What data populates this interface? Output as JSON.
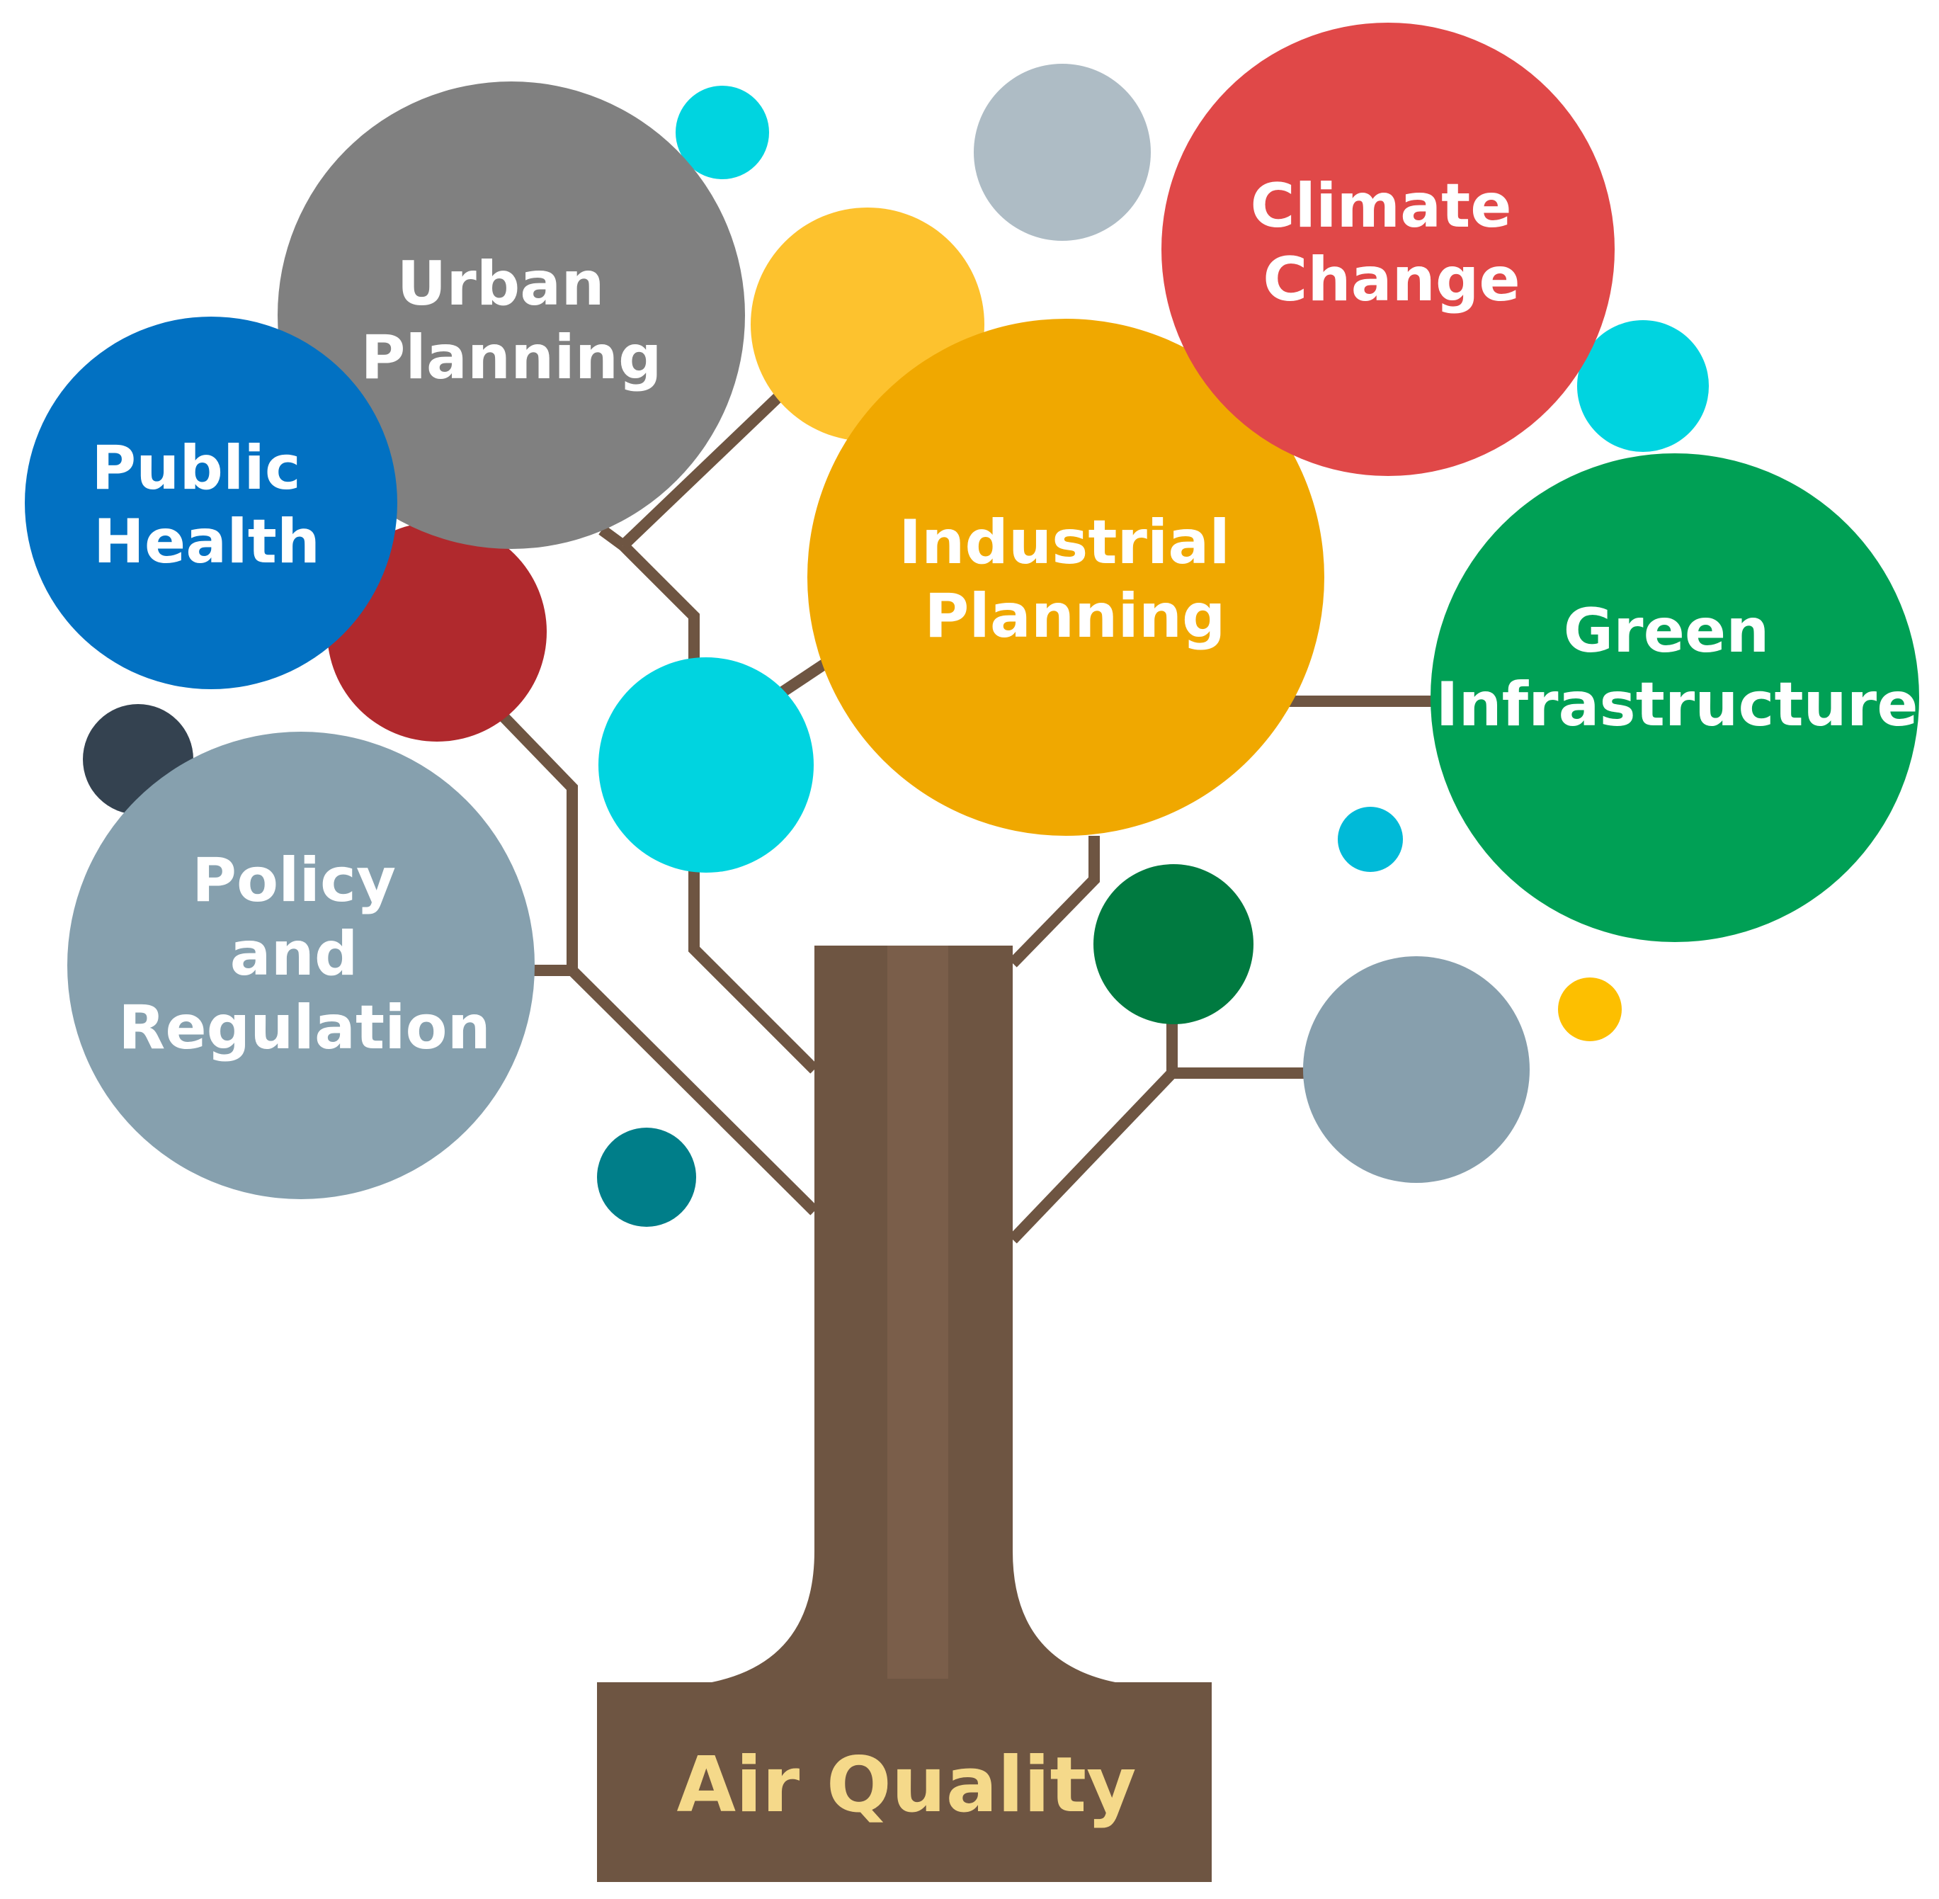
{
  "root": {
    "label": "Air Quality",
    "text_color": "#f5d98a"
  },
  "colors": {
    "trunk": "#6e5542",
    "trunk_highlight": "#7a5e4a",
    "branch": "#6e5542",
    "background": "#ffffff"
  },
  "topics": [
    {
      "id": "urban-planning",
      "lines": [
        "Urban",
        "Planning"
      ],
      "color": "#808080"
    },
    {
      "id": "public-health",
      "lines": [
        "Public",
        "Health"
      ],
      "color": "#0271c2"
    },
    {
      "id": "industrial-planning",
      "lines": [
        "Industrial",
        "Planning"
      ],
      "color": "#f0a800"
    },
    {
      "id": "climate-change",
      "lines": [
        "Climate",
        "Change"
      ],
      "color": "#e04848"
    },
    {
      "id": "green-infrastructure",
      "lines": [
        "Green",
        "Infrastructure"
      ],
      "color": "#00a055"
    },
    {
      "id": "policy-and-regulation",
      "lines": [
        "Policy",
        "and",
        "Regulation"
      ],
      "color": "#86a0ae"
    }
  ],
  "decorative_colors": {
    "cyan": "#00d4e0",
    "pale_gray": "#aebcc5",
    "yellow": "#fdc22e",
    "dark_red": "#b0292d",
    "dark_slate": "#344250",
    "teal": "#007e89",
    "dark_green": "#007a40",
    "steel_gray": "#879fad",
    "sky_blue": "#00bad8",
    "gold": "#fdbf00"
  }
}
